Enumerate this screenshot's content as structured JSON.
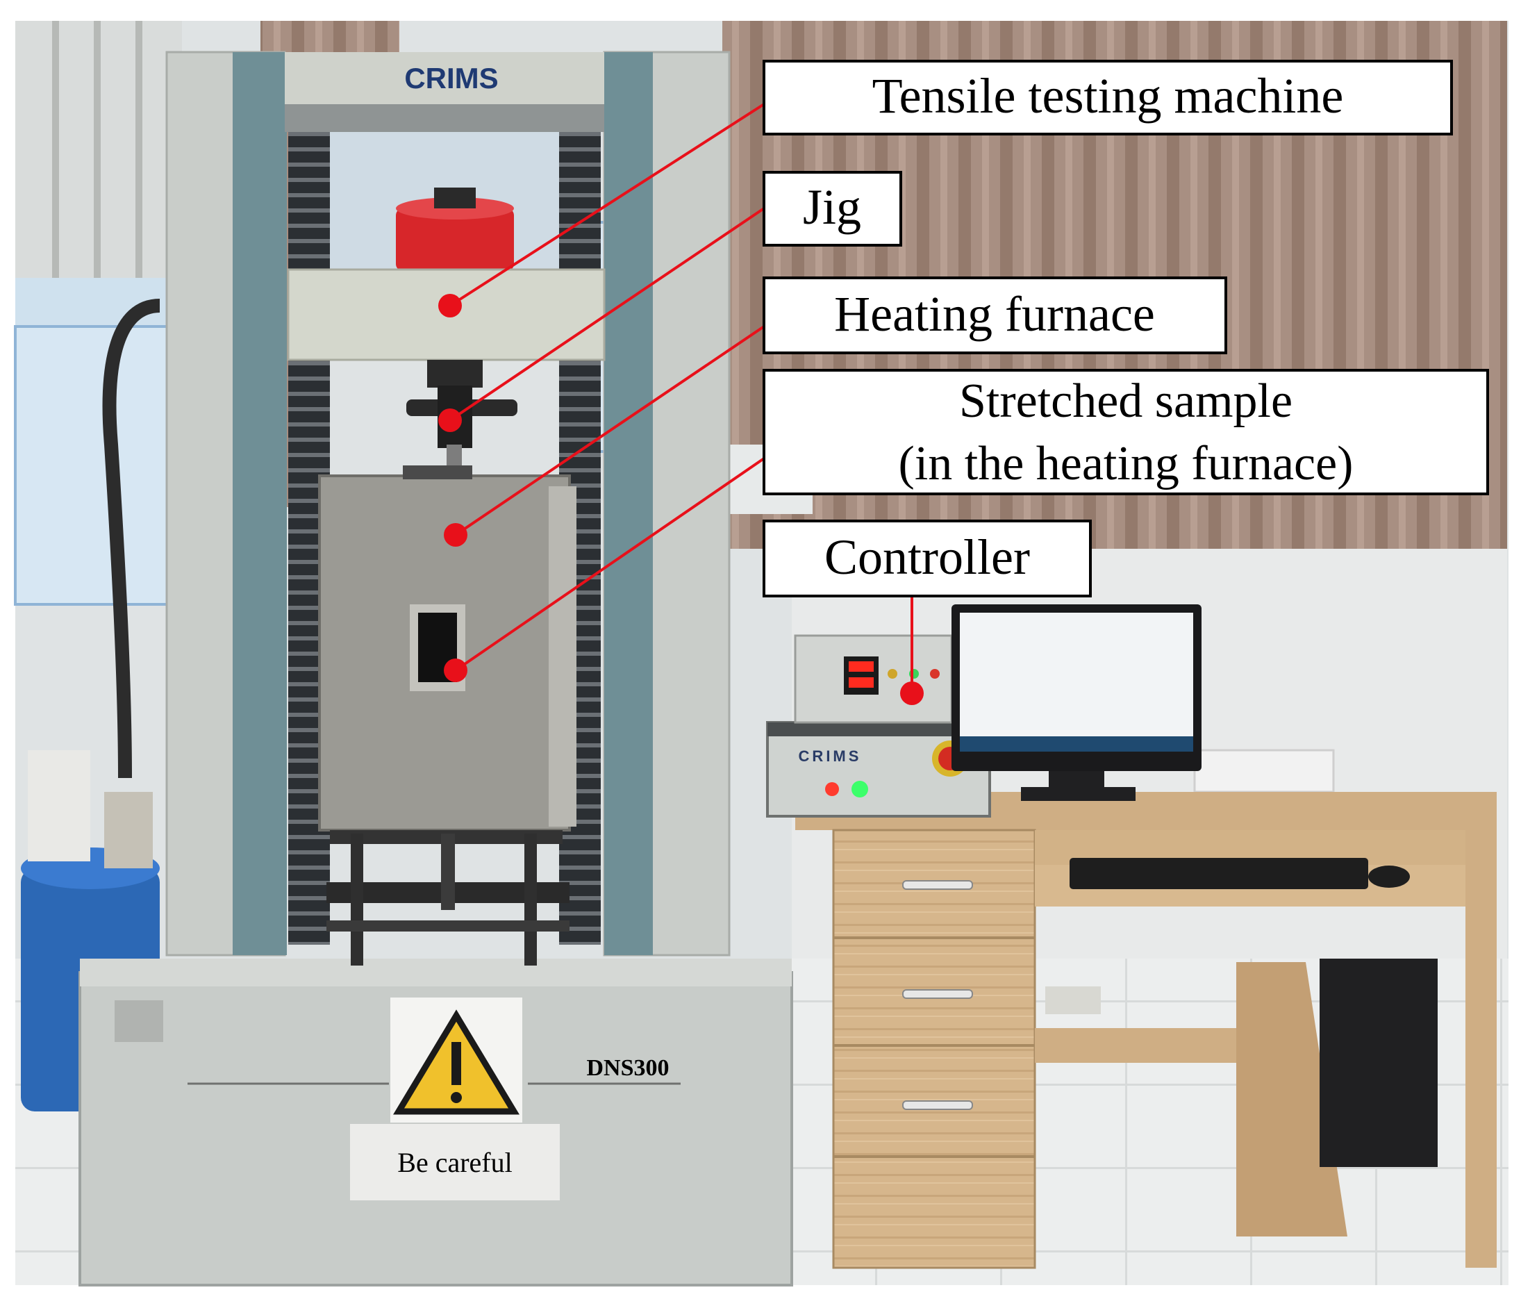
{
  "photo": {
    "brand_top": "CRIMS",
    "brand_console": "CRIMS",
    "model": "DNS300",
    "warning_sign": "Be careful"
  },
  "callouts": {
    "tensile": "Tensile testing machine",
    "jig": "Jig",
    "furnace": "Heating furnace",
    "sample_line1": "Stretched sample",
    "sample_line2": "(in the heating furnace)",
    "controller": "Controller"
  },
  "colors": {
    "callout_line": "#e8101a",
    "machine_frame": "#c9cdc9",
    "machine_column": "#6f8f96",
    "crosshead": "#d4d7cc",
    "red_cylinder": "#d7262a",
    "furnace": "#9b9a94",
    "desk": "#cfae84",
    "curtain": "#a58c7e",
    "monitor_screen": "#f2f4f6"
  }
}
